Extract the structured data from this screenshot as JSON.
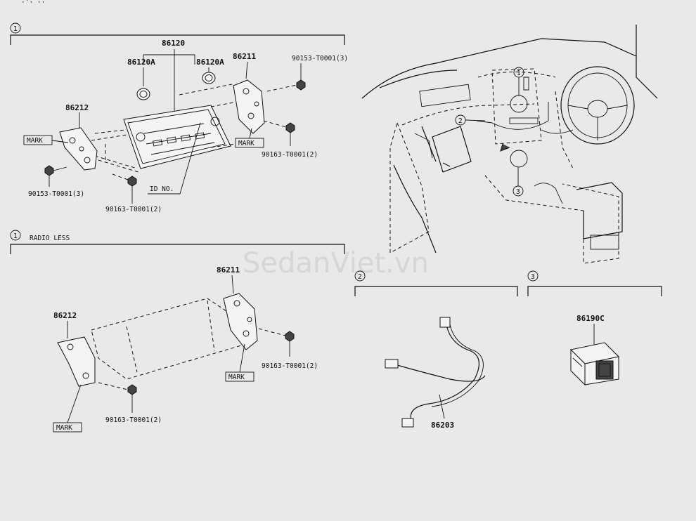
{
  "header_fragment": "·’· ··",
  "sections": {
    "s1": {
      "marker": "1"
    },
    "s1_radio_less": {
      "marker": "1",
      "caption": "RADIO LESS"
    },
    "s2": {
      "marker": "2"
    },
    "s3": {
      "marker": "3"
    }
  },
  "labels": {
    "p86120": "86120",
    "p86120A_left": "86120A",
    "p86120A_right": "86120A",
    "p86211_top": "86211",
    "p90153_top": "90153-T0001(3)",
    "p86212_top": "86212",
    "mark_left": "MARK",
    "mark_right": "MARK",
    "p90163_right": "90163-T0001(2)",
    "id_no": "ID NO.",
    "p90153_bottom": "90153-T0001(3)",
    "p90163_bottom": "90163-T0001(2)",
    "p86211_rl": "86211",
    "p86212_rl": "86212",
    "p90163_rl_right": "90163-T0001(2)",
    "mark_rl_right": "MARK",
    "p90163_rl_bottom": "90163-T0001(2)",
    "mark_rl_left": "MARK",
    "p86203": "86203",
    "p86190C": "86190C"
  },
  "dash_callouts": [
    "1",
    "2",
    "3"
  ],
  "watermark": "SedanViet.vn"
}
